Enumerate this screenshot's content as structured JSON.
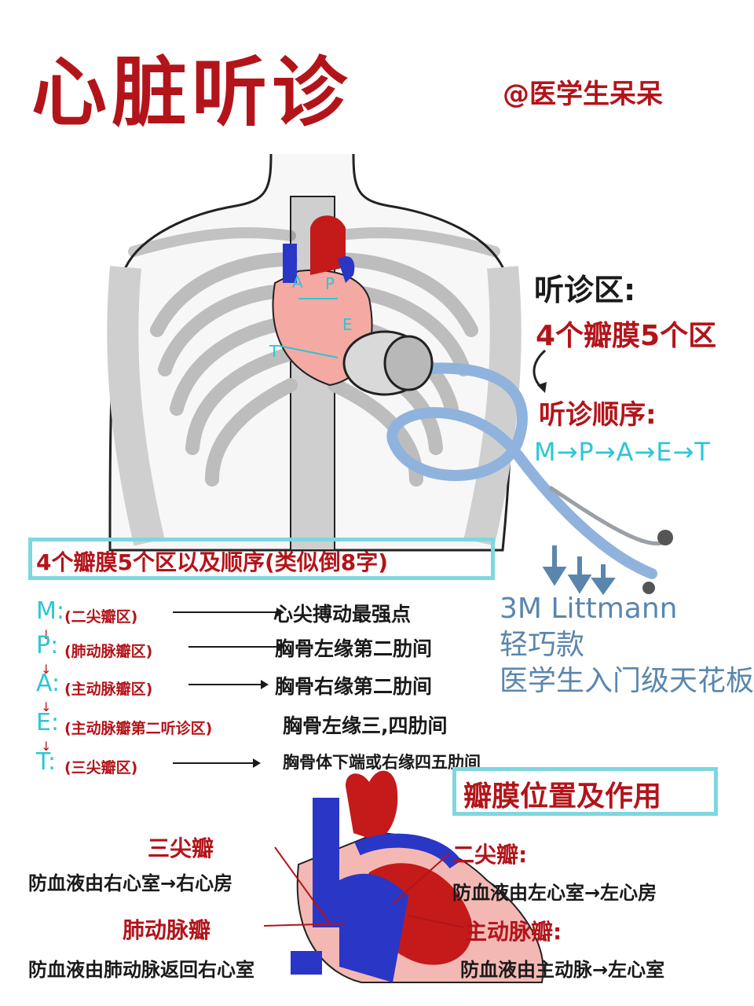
{
  "header": {
    "title": "心脏听诊",
    "author": "@医学生呆呆"
  },
  "illustration": {
    "marker_labels": [
      "A",
      "P",
      "E",
      "T"
    ]
  },
  "auscultation": {
    "title": "听诊区:",
    "subtitle": "4个瓣膜5个区",
    "order_title": "听诊顺序:",
    "order_sequence": "M→P→A→E→T"
  },
  "brand": {
    "line1": "3M Littmann",
    "line2": "轻巧款",
    "line3": "医学生入门级天花板"
  },
  "areas_list": {
    "title": "4个瓣膜5个区以及顺序(类似倒8字)",
    "items": [
      {
        "key": "M:",
        "area": "(二尖瓣区)",
        "location": "心尖搏动最强点"
      },
      {
        "key": "P:",
        "area": "(肺动脉瓣区)",
        "location": "胸骨左缘第二肋间"
      },
      {
        "key": "A:",
        "area": "(主动脉瓣区)",
        "location": "胸骨右缘第二肋间"
      },
      {
        "key": "E:",
        "area": "(主动脉瓣第二听诊区)",
        "location": "胸骨左缘三,四肋间"
      },
      {
        "key": "T:",
        "area": "(三尖瓣区)",
        "location": "胸骨体下端或右缘四五肋间"
      }
    ]
  },
  "valves": {
    "title": "瓣膜位置及作用",
    "tricuspid": {
      "name": "三尖瓣",
      "function": "防血液由右心室→右心房"
    },
    "pulmonary": {
      "name": "肺动脉瓣",
      "function": "防血液由肺动脉返回右心室"
    },
    "mitral": {
      "name": "二尖瓣:",
      "function": "防血液由左心室→左心房"
    },
    "aortic": {
      "name": "主动脉瓣:",
      "function": "防血液由主动脉→左心室"
    }
  },
  "colors": {
    "title_red": "#b3141a",
    "accent_cyan": "#2cc6d6",
    "box_cyan": "#7ed7e0",
    "brand_blue": "#5a86ad",
    "heart_red": "#c41a1a",
    "vein_blue": "#2a36c6",
    "bone_gray": "#cfcfcf",
    "stethoscope_blue": "#8fb3dc"
  }
}
